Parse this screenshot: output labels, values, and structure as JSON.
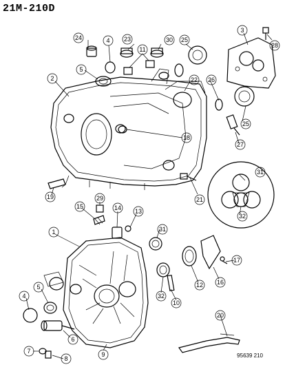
{
  "header": {
    "reference": "21M-210D"
  },
  "footer": {
    "figure_code": "95639 210"
  },
  "callouts": [
    {
      "id": "c1",
      "label": "1"
    },
    {
      "id": "c2",
      "label": "2"
    },
    {
      "id": "c3",
      "label": "3"
    },
    {
      "id": "c4a",
      "label": "4"
    },
    {
      "id": "c4b",
      "label": "4"
    },
    {
      "id": "c5a",
      "label": "5"
    },
    {
      "id": "c5b",
      "label": "5"
    },
    {
      "id": "c6",
      "label": "6"
    },
    {
      "id": "c7",
      "label": "7"
    },
    {
      "id": "c8",
      "label": "8"
    },
    {
      "id": "c9",
      "label": "9"
    },
    {
      "id": "c10",
      "label": "10"
    },
    {
      "id": "c11",
      "label": "11"
    },
    {
      "id": "c12",
      "label": "12"
    },
    {
      "id": "c13",
      "label": "13"
    },
    {
      "id": "c14",
      "label": "14"
    },
    {
      "id": "c15",
      "label": "15"
    },
    {
      "id": "c16",
      "label": "16"
    },
    {
      "id": "c17",
      "label": "17"
    },
    {
      "id": "c18",
      "label": "18"
    },
    {
      "id": "c19",
      "label": "19"
    },
    {
      "id": "c20",
      "label": "20"
    },
    {
      "id": "c21",
      "label": "21"
    },
    {
      "id": "c22",
      "label": "22"
    },
    {
      "id": "c23",
      "label": "23"
    },
    {
      "id": "c24",
      "label": "24"
    },
    {
      "id": "c25a",
      "label": "25"
    },
    {
      "id": "c25b",
      "label": "25"
    },
    {
      "id": "c26",
      "label": "26"
    },
    {
      "id": "c27",
      "label": "27"
    },
    {
      "id": "c28",
      "label": "28"
    },
    {
      "id": "c29",
      "label": "29"
    },
    {
      "id": "c30",
      "label": "30"
    },
    {
      "id": "c31a",
      "label": "31"
    },
    {
      "id": "c31b",
      "label": "31"
    },
    {
      "id": "c32a",
      "label": "32"
    },
    {
      "id": "c32b",
      "label": "32"
    }
  ]
}
